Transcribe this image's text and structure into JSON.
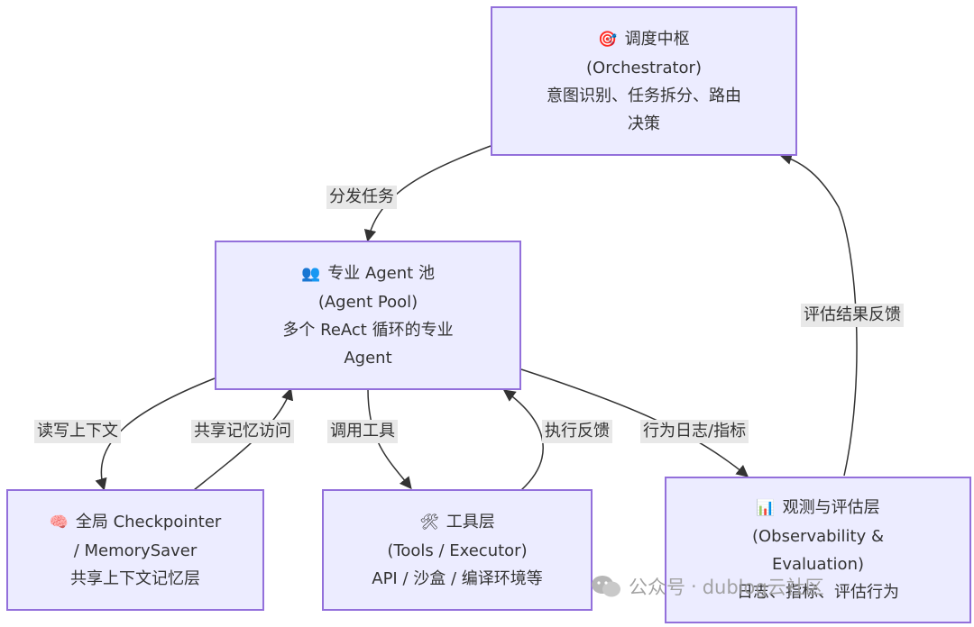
{
  "colors": {
    "node_fill": "#ececff",
    "node_border": "#9370db",
    "edge": "#333333",
    "label_bg": "#e8e8e8",
    "watermark": "#9a9a9a"
  },
  "nodes": {
    "orchestrator": {
      "icon": "target-icon",
      "icon_glyph": "🎯",
      "title": "调度中枢",
      "subtitle": "(Orchestrator)",
      "desc1": "意图识别、任务拆分、路由",
      "desc2": "决策"
    },
    "agent_pool": {
      "icon": "people-icon",
      "icon_glyph": "👥",
      "title": "专业 Agent 池",
      "subtitle": "(Agent Pool)",
      "desc1": "多个 ReAct 循环的专业",
      "desc2": "Agent"
    },
    "memory": {
      "icon": "brain-icon",
      "icon_glyph": "🧠",
      "title": "全局 Checkpointer",
      "subtitle": "/ MemorySaver",
      "desc1": "共享上下文记忆层"
    },
    "tools": {
      "icon": "tools-icon",
      "icon_glyph": "🛠",
      "title": "工具层",
      "subtitle": "(Tools / Executor)",
      "desc1": "API / 沙盒 / 编译环境等"
    },
    "observability": {
      "icon": "bar-chart-icon",
      "icon_glyph": "📊",
      "title": "观测与评估层",
      "subtitle": "(Observability &",
      "desc1": "Evaluation)",
      "desc2": "日志、指标、评估行为"
    }
  },
  "edges": {
    "dispatch": "分发任务",
    "read_write": "读写上下文",
    "shared_memory": "共享记忆访问",
    "call_tools": "调用工具",
    "exec_feedback": "执行反馈",
    "behavior_log": "行为日志/指标",
    "eval_feedback": "评估结果反馈"
  },
  "watermark": {
    "prefix": "公众号",
    "separator": "·",
    "name": "dublog云社区"
  }
}
